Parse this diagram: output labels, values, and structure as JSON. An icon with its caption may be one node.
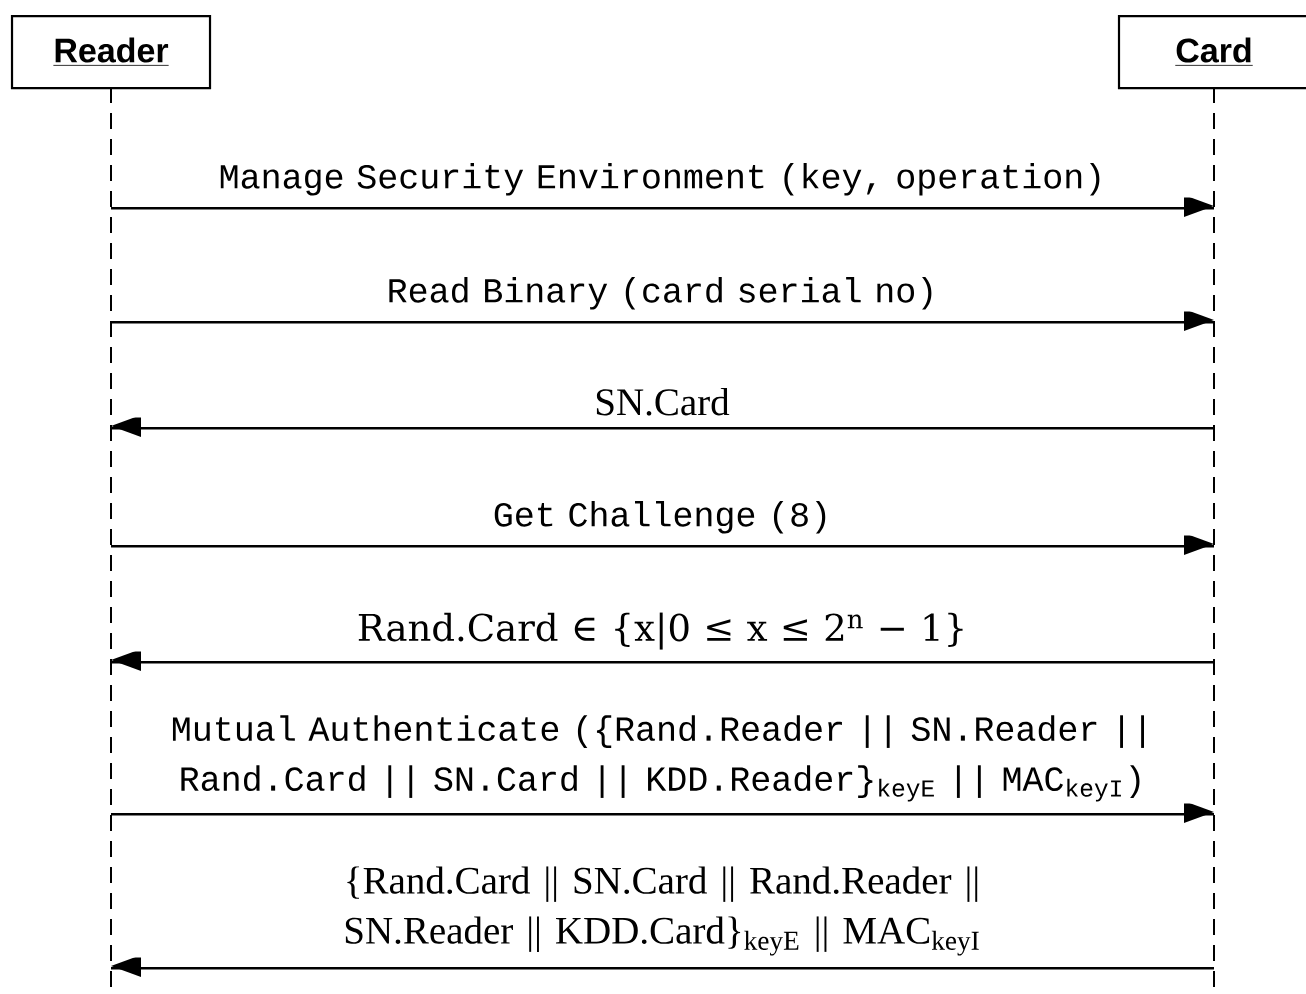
{
  "diagram": {
    "nodes": [
      {
        "text": [
          "Reader"
        ]
      },
      {
        "text": [
          "Card"
        ]
      }
    ],
    "edges": [
      {
        "from": 0,
        "to": 1,
        "arrow": "to",
        "label": "Manage Security Environment (key, operation)"
      },
      {
        "from": 0,
        "to": 1,
        "arrow": "to",
        "label": "Read Binary (card serial no)"
      },
      {
        "from": 1,
        "to": 0,
        "arrow": "to",
        "label": "SN.Card"
      },
      {
        "from": 0,
        "to": 1,
        "arrow": "to",
        "label": "Get Challenge (8)"
      },
      {
        "from": 1,
        "to": 0,
        "arrow": "to",
        "label": "Rand.Card ∈ {x|0 ≤ x ≤ 2$^{n}$ − 1}"
      },
      {
        "from": 0,
        "to": 1,
        "arrow": "to",
        "label": "Mutual Authenticate ({Rand.Reader || SN.Reader || Rand.Card || SN.Card || KDD.Reader}$_{keyE}$ || MAC$_{keyI}$)"
      },
      {
        "from": 1,
        "to": 0,
        "arrow": "to",
        "label": "{Rand.Card || SN.Card || Rand.Reader || SN.Reader || KDD.Card}$_{keyE}$ || MAC$_{keyI}$"
      }
    ]
  }
}
